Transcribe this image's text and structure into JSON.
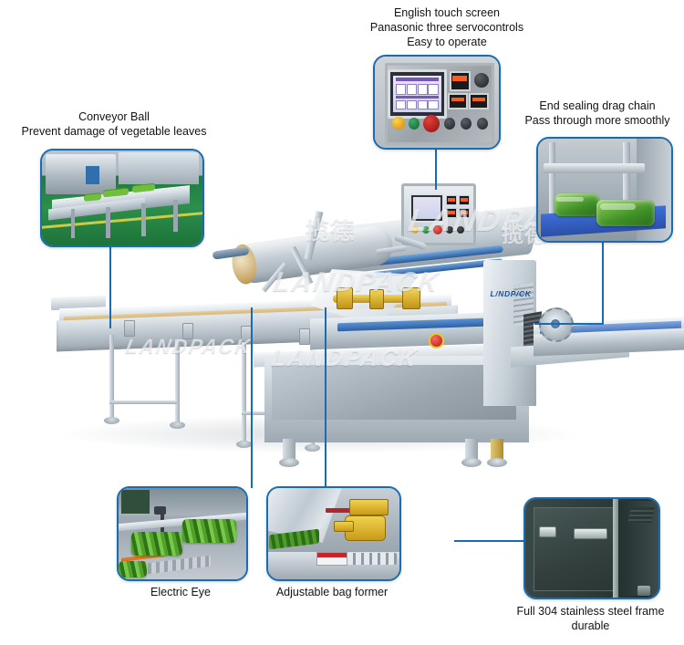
{
  "product": {
    "brand": "LANDPACK",
    "brand_cn": "揽德",
    "watermark_text": "LANDPACK",
    "watermark_text_cn": "揽德",
    "machine_logo": "L/NDP/CK"
  },
  "theme": {
    "line_color": "#1a6bb0",
    "callout_border": "#1a6bb0",
    "text_color": "#131313",
    "logo_color": "#1a4f9e",
    "background": "#ffffff"
  },
  "callouts": [
    {
      "id": "conveyor-ball",
      "caption": "Conveyor Ball\nPrevent damage of vegetable leaves",
      "caption_position": "above",
      "photo": "conveyor-line-factory-floor"
    },
    {
      "id": "touch-screen",
      "caption": "English touch screen\nPanasonic three servocontrols\nEasy to operate",
      "caption_position": "above",
      "photo": "control-panel-touch-screen"
    },
    {
      "id": "end-sealing-drag-chain",
      "caption": "End sealing drag chain\nPass through more smoothly",
      "caption_position": "above",
      "photo": "sealed-vegetable-packs-blue-belt"
    },
    {
      "id": "electric-eye",
      "caption": "Electric Eye",
      "caption_position": "below",
      "photo": "vegetables-on-steel-conveyor"
    },
    {
      "id": "adjustable-bag-former",
      "caption": "Adjustable bag former",
      "caption_position": "below",
      "photo": "bag-former-brass-assembly"
    },
    {
      "id": "stainless-frame",
      "caption": "Full 304 stainless steel frame\ndurable",
      "caption_position": "below",
      "photo": "dark-stainless-cabinet"
    }
  ],
  "machine": {
    "name": "horizontal-flow-wrap-packing-machine",
    "parts": [
      "infeed-conveyor",
      "film-roll",
      "bag-former",
      "control-panel",
      "end-sealing-tower",
      "outfeed-conveyor",
      "stainless-base-frame"
    ]
  }
}
